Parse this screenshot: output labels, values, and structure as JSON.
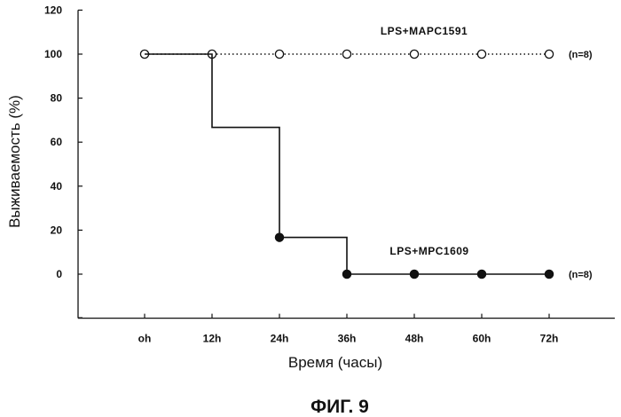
{
  "chart_data": {
    "type": "line",
    "x": [
      "oh",
      "12h",
      "24h",
      "36h",
      "48h",
      "60h",
      "72h"
    ],
    "xlabel": "Время (часы)",
    "ylabel": "Выживаемость (%)",
    "yticks": [
      "0",
      "20",
      "40",
      "60",
      "80",
      "100",
      "120"
    ],
    "ylim": [
      -20,
      120
    ],
    "grid": false,
    "caption": "ФИГ. 9",
    "series": [
      {
        "name": "LPS+MAPC1591",
        "n_label": "(n=8)",
        "values": [
          100,
          100,
          100,
          100,
          100,
          100,
          100
        ],
        "marker": "open-circle",
        "line": "dotted",
        "step": false
      },
      {
        "name": "LPS+MPC1609",
        "n_label": "(n=8)",
        "values": [
          100,
          66.7,
          16.7,
          0,
          0,
          0,
          0
        ],
        "filled_from_index": 2,
        "marker": "filled-circle",
        "line": "solid",
        "step": true
      }
    ]
  }
}
